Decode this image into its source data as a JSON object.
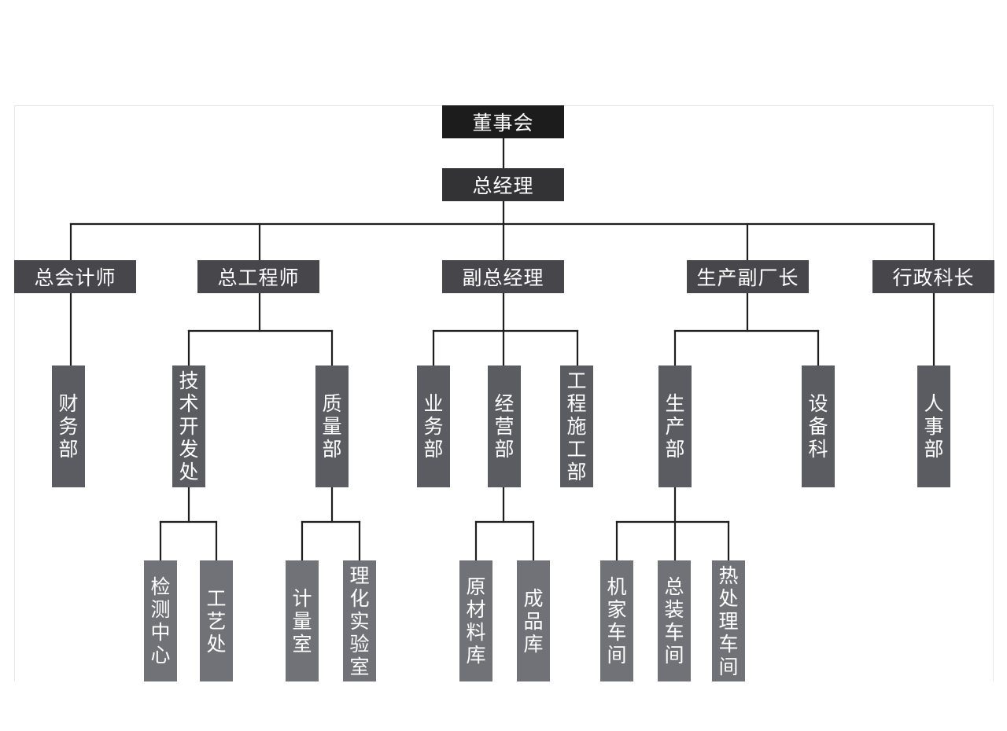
{
  "org_chart": {
    "board": "董事会",
    "general_manager": "总经理",
    "executives": {
      "chief_accountant": "总会计师",
      "chief_engineer": "总工程师",
      "deputy_gm": "副总经理",
      "deputy_director_production": "生产副厂长",
      "admin_chief": "行政科长"
    },
    "departments": {
      "finance": "财务部",
      "tech_dev": "技术开发处",
      "quality": "质量部",
      "business": "业务部",
      "operations": "经营部",
      "construction": "工程施工部",
      "production": "生产部",
      "equipment": "设备科",
      "hr": "人事部"
    },
    "sub_units": {
      "testing_center": "检测中心",
      "process": "工艺处",
      "metrology": "计量室",
      "phys_chem_lab": "理化实验室",
      "raw_material_store": "原材料库",
      "finished_store": "成品库",
      "machining_workshop": "机家车间",
      "assembly_workshop": "总装车间",
      "heat_treatment_workshop": "热处理车间"
    }
  },
  "colors": {
    "board": "#1c1c1c",
    "general_manager": "#333336",
    "executive": "#47474b",
    "department": "#5b5c61",
    "sub_unit": "#717277",
    "connector": "#1e1e1e"
  }
}
